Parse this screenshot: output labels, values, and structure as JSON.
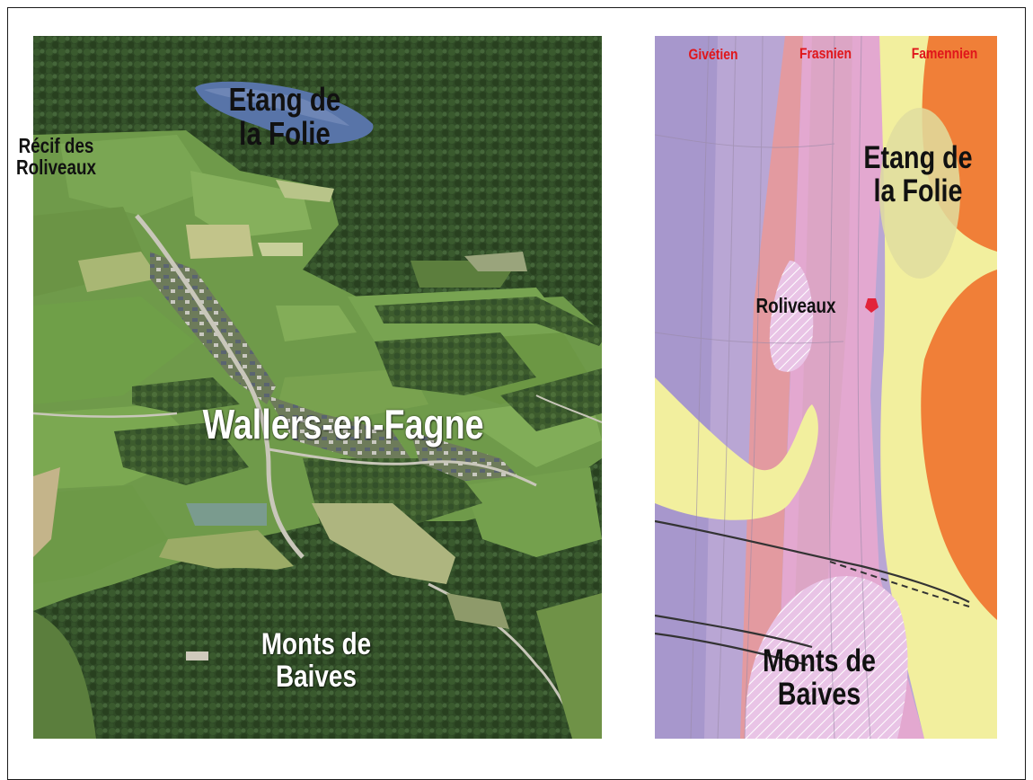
{
  "aerial_photo": {
    "labels": {
      "etang_line1": "Etang de",
      "etang_line2": "la Folie",
      "recif_line1": "Récif des",
      "recif_line2": "Roliveaux",
      "village": "Wallers-en-Fagne",
      "monts_line1": "Monts de",
      "monts_line2": "Baives"
    }
  },
  "geologic_map": {
    "stages": {
      "givetien": "Givétien",
      "frasnien": "Frasnien",
      "famennien": "Famennien"
    },
    "labels": {
      "etang_line1": "Etang de",
      "etang_line2": "la Folie",
      "roliveaux": "Roliveaux",
      "monts_line1": "Monts de",
      "monts_line2": "Baives"
    },
    "colors": {
      "givetien": "#b9a6d4",
      "frasnien_red": "#e39aa0",
      "frasnien_pink": "#e3a8d0",
      "famennien_yellow": "#f2ef9e",
      "famennien_orange": "#f07f38"
    }
  }
}
